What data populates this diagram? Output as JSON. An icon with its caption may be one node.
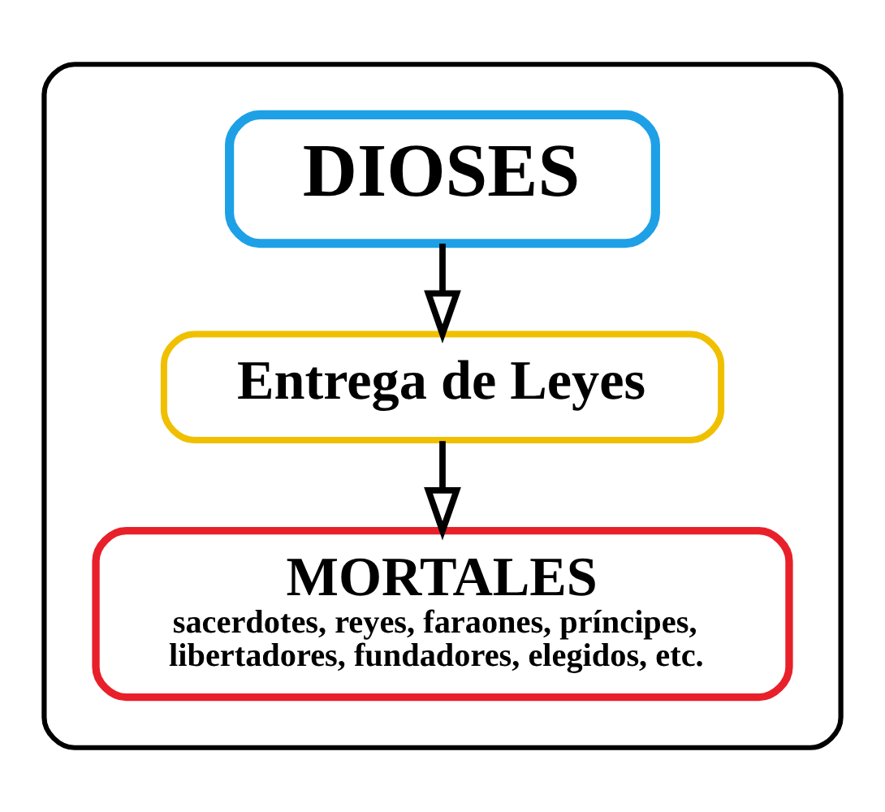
{
  "diagram": {
    "nodes": [
      {
        "text": [],
        "shape": "box"
      },
      {
        "text": [
          "DIOSES"
        ],
        "in": 0
      },
      {
        "text": [
          "Entrega de Leyes"
        ],
        "in": 0
      },
      {
        "text": [
          "MORTALES",
          "sacerdotes, reyes, faraones, príncipes, libertadores, fundadores, elegidos, etc."
        ],
        "in": 0
      }
    ],
    "edges": [
      {
        "from": 1,
        "to": 2,
        "arrow": "to"
      },
      {
        "from": 2,
        "to": 3,
        "arrow": "to"
      }
    ]
  }
}
